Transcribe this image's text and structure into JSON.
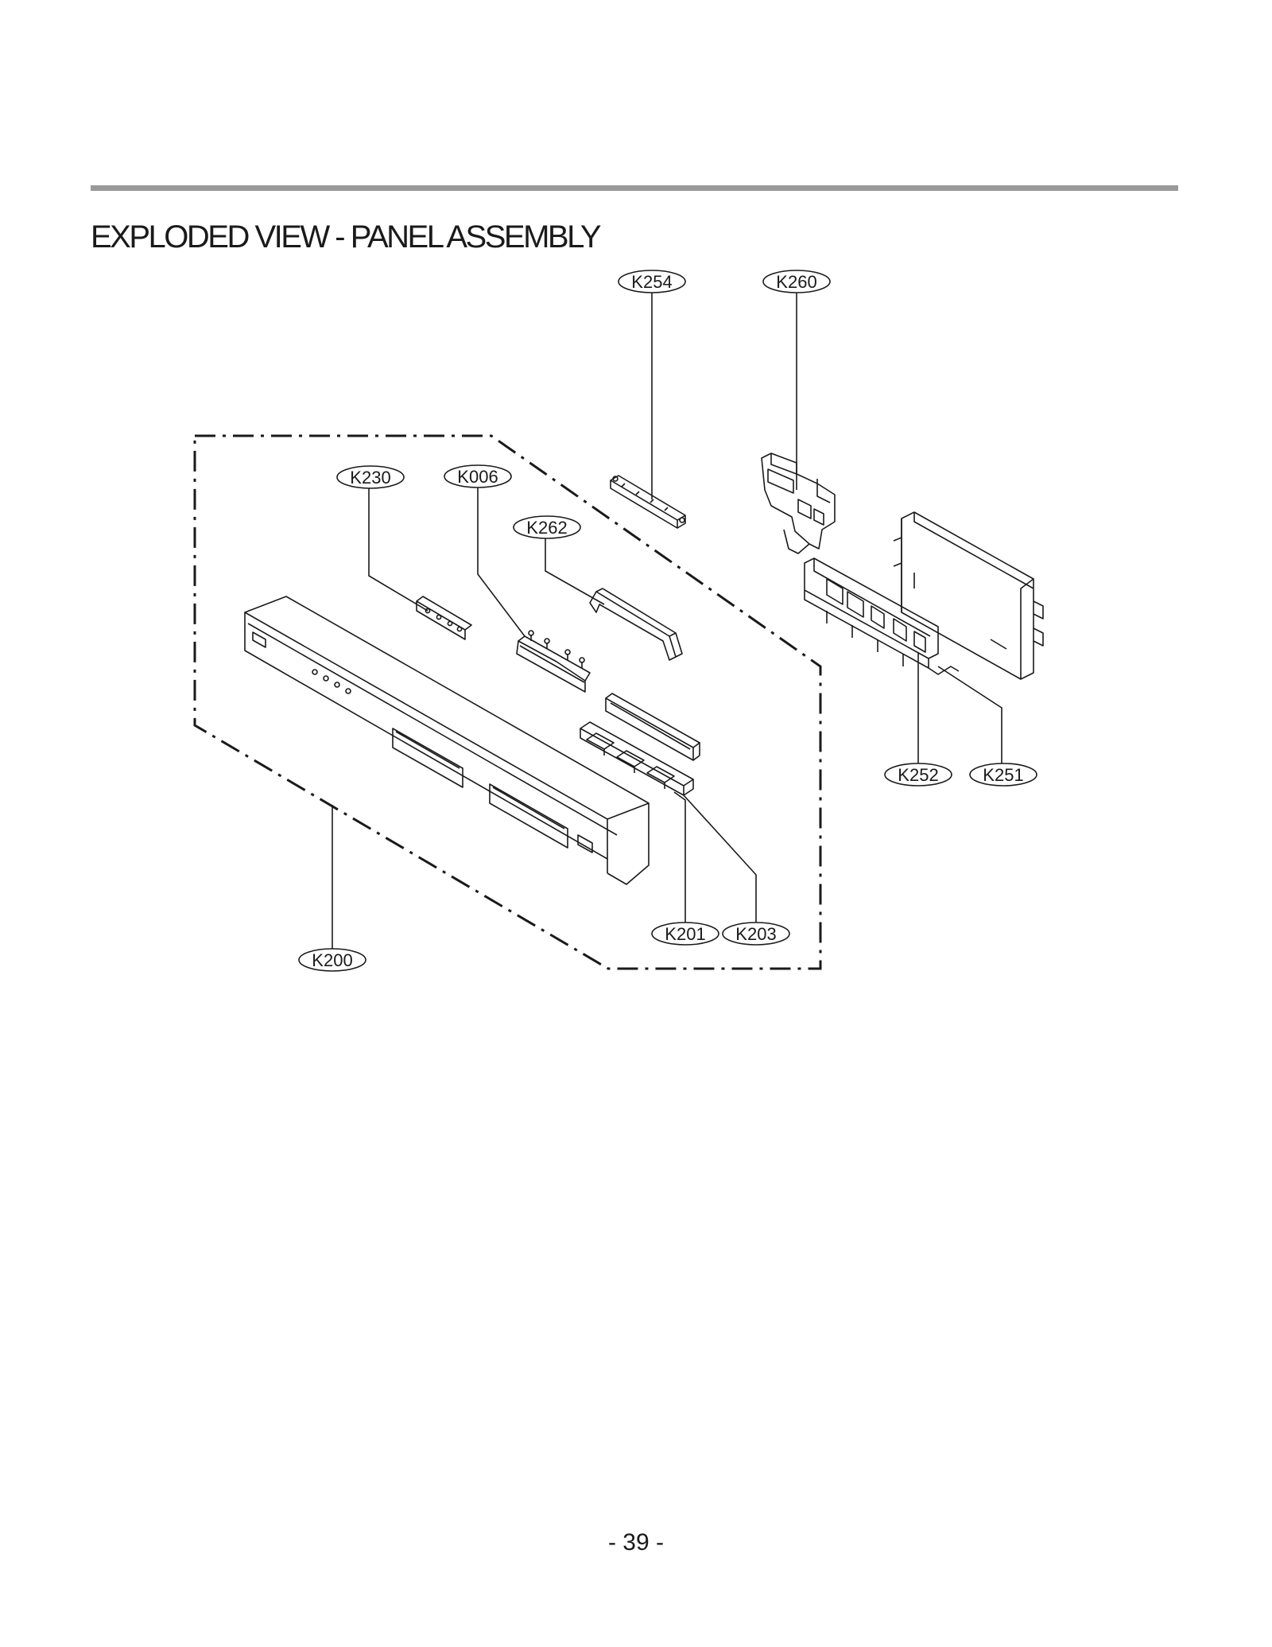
{
  "header": {
    "title": "EXPLODED VIEW - PANEL ASSEMBLY"
  },
  "callouts": {
    "k254": "K254",
    "k260": "K260",
    "k230": "K230",
    "k006": "K006",
    "k262": "K262",
    "k252": "K252",
    "k251": "K251",
    "k201": "K201",
    "k203": "K203",
    "k200": "K200"
  },
  "footer": {
    "page_number": "- 39 -"
  }
}
